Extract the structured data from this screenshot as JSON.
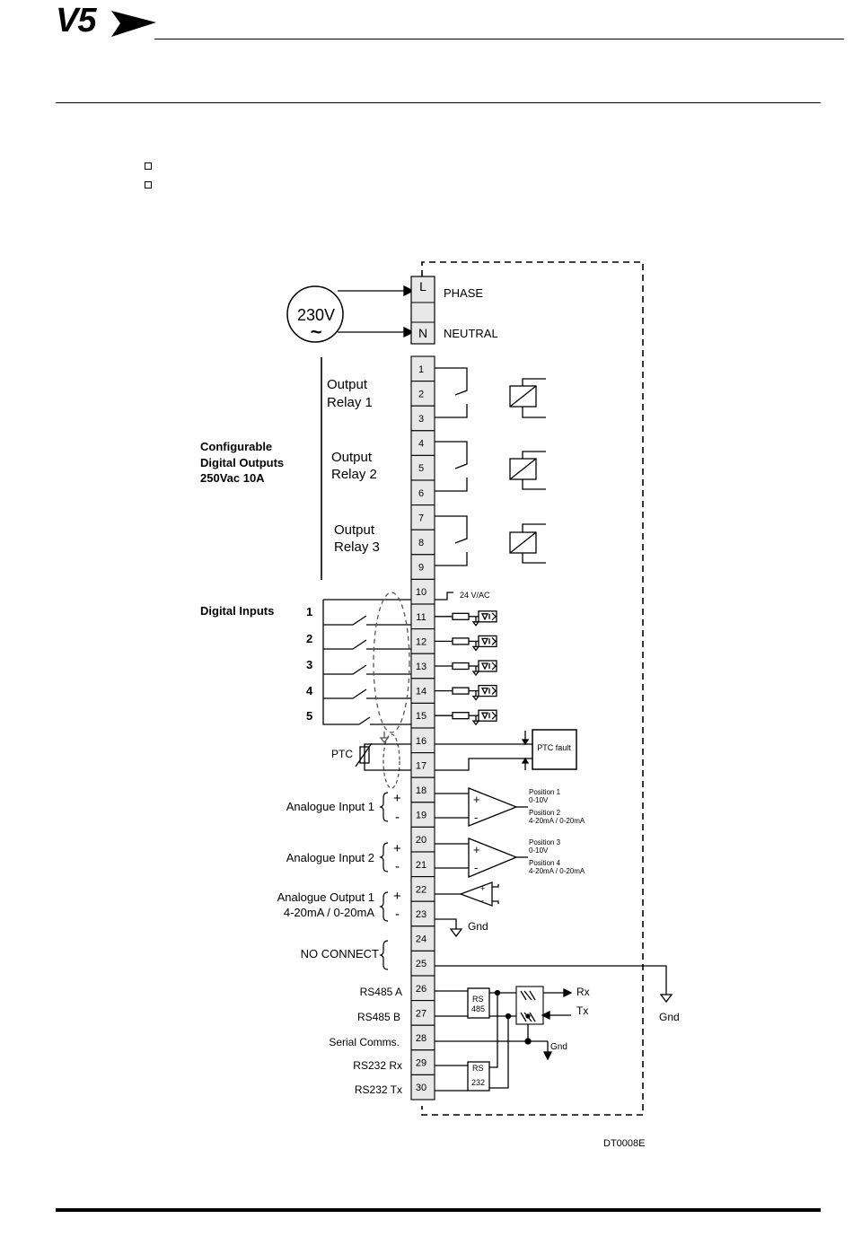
{
  "header": {
    "logo_text": "V5"
  },
  "supply": {
    "voltage_label": "230V",
    "ac_symbol": "~",
    "phase_terminal": "L",
    "neutral_terminal": "N",
    "phase_label": "PHASE",
    "neutral_label": "NEUTRAL"
  },
  "terminals": [
    "1",
    "2",
    "3",
    "4",
    "5",
    "6",
    "7",
    "8",
    "9",
    "10",
    "11",
    "12",
    "13",
    "14",
    "15",
    "16",
    "17",
    "18",
    "19",
    "20",
    "21",
    "22",
    "23",
    "24",
    "25",
    "26",
    "27",
    "28",
    "29",
    "30"
  ],
  "relays": {
    "group_label_lines": [
      "Configurable",
      "Digital Outputs",
      "250Vac 10A"
    ],
    "items": [
      {
        "line1": "Output",
        "line2": "Relay 1"
      },
      {
        "line1": "Output",
        "line2": "Relay 2"
      },
      {
        "line1": "Output",
        "line2": "Relay 3"
      }
    ]
  },
  "digital_inputs": {
    "label": "Digital Inputs",
    "numbers": [
      "1",
      "2",
      "3",
      "4",
      "5"
    ],
    "supply_label": "24 V/AC"
  },
  "ptc": {
    "label": "PTC",
    "fault_label": "PTC fault"
  },
  "analogue_inputs": [
    {
      "label": "Analogue Input 1",
      "plus": "+",
      "minus": "-",
      "pos_a": "Position 1",
      "pos_a_range": "0-10V",
      "pos_b": "Position 2",
      "pos_b_range": "4-20mA / 0-20mA"
    },
    {
      "label": "Analogue Input  2",
      "plus": "+",
      "minus": "-",
      "pos_a": "Position 3",
      "pos_a_range": "0-10V",
      "pos_b": "Position 4",
      "pos_b_range": "4-20mA / 0-20mA"
    }
  ],
  "analogue_output": {
    "label_line1": "Analogue Output  1",
    "label_line2": "4-20mA / 0-20mA",
    "plus": "+",
    "minus": "-",
    "gnd_label": "Gnd"
  },
  "no_connect": {
    "label": "NO CONNECT",
    "gnd_label": "Gnd"
  },
  "comms": {
    "rs485_a": "RS485  A",
    "rs485_b": "RS485  B",
    "serial": "Serial Comms.",
    "rs232_rx": "RS232  Rx",
    "rs232_tx": "RS232  Tx",
    "rs485_box_line1": "RS",
    "rs485_box_line2": "485",
    "rs232_box_line1": "RS",
    "rs232_box_line2": "232",
    "rx_label": "Rx",
    "tx_label": "Tx",
    "gnd_label": "Gnd"
  },
  "diagram_code": "DT0008E"
}
